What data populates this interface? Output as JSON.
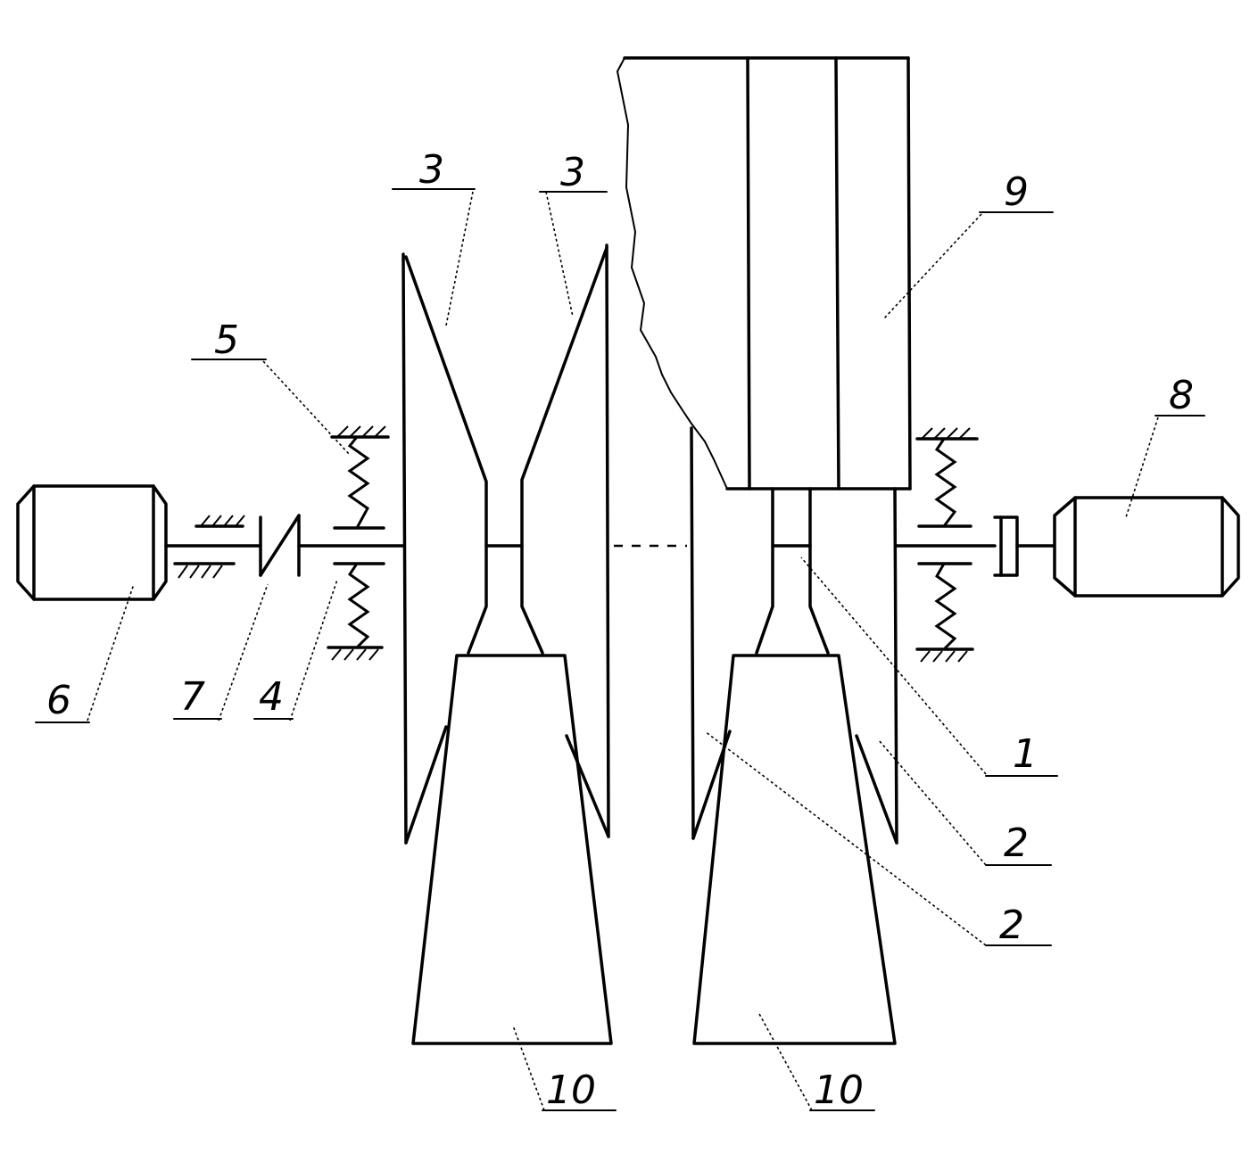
{
  "labels": {
    "n1": "1",
    "n2a": "2",
    "n2b": "2",
    "n3a": "3",
    "n3b": "3",
    "n4": "4",
    "n5": "5",
    "n6": "6",
    "n7": "7",
    "n8": "8",
    "n9": "9",
    "n10a": "10",
    "n10b": "10"
  }
}
